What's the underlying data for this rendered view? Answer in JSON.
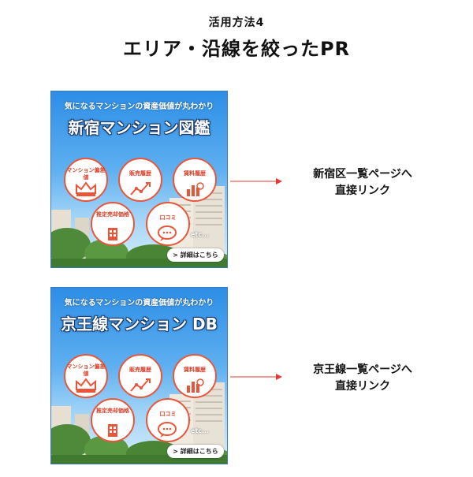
{
  "header": {
    "subtitle": "活用方法4",
    "title": "エリア・沿線を絞ったPR"
  },
  "banners": [
    {
      "tagline": "気になるマンションの資産価値が丸わかり",
      "name": "新宿マンション図鑑",
      "features": [
        {
          "label": "マンション偏差値",
          "icon": "crown-icon"
        },
        {
          "label": "販売履歴",
          "icon": "trend-chart-icon"
        },
        {
          "label": "賃料履歴",
          "icon": "bar-chart-icon"
        },
        {
          "label": "推定売却価格",
          "icon": "building-icon"
        },
        {
          "label": "口コミ",
          "icon": "speech-bubble-icon"
        }
      ],
      "etc": "etc...",
      "detail": "> 詳細はこちら",
      "link_text": [
        "新宿区一覧ページへ",
        "直接リンク"
      ]
    },
    {
      "tagline": "気になるマンションの資産価値が丸わかり",
      "name": "京王線マンション DB",
      "features": [
        {
          "label": "マンション偏差値",
          "icon": "crown-icon"
        },
        {
          "label": "販売履歴",
          "icon": "trend-chart-icon"
        },
        {
          "label": "賃料履歴",
          "icon": "bar-chart-icon"
        },
        {
          "label": "推定売却価格",
          "icon": "building-icon"
        },
        {
          "label": "口コミ",
          "icon": "speech-bubble-icon"
        }
      ],
      "etc": "etc...",
      "detail": "> 詳細はこちら",
      "link_text": [
        "京王線一覧ページへ",
        "直接リンク"
      ]
    }
  ],
  "colors": {
    "accent": "#e8563a",
    "arrow": "#e53935",
    "sky": "#2d8ee6"
  }
}
